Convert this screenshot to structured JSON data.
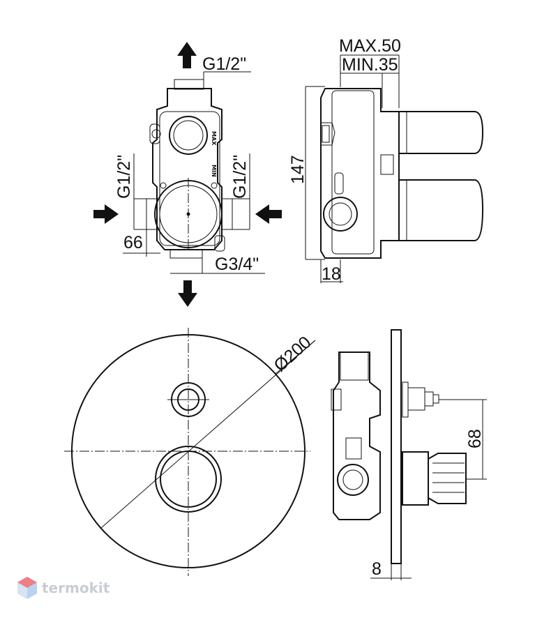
{
  "dimensions": {
    "max_depth": "MAX.50",
    "min_depth": "MIN.35",
    "height": "147",
    "outlet_top": "G1/2\"",
    "inlet_left": "G1/2\"",
    "inlet_right": "G1/2\"",
    "outlet_bottom": "G3/4\"",
    "inlet_spacing": "66",
    "wall_offset": "18",
    "plate_diameter": "Ø200",
    "handle_spacing": "68",
    "plate_thickness": "8"
  },
  "body_markings": {
    "max": "MAX",
    "min": "MIN"
  },
  "watermark": {
    "brand": "termokit"
  }
}
